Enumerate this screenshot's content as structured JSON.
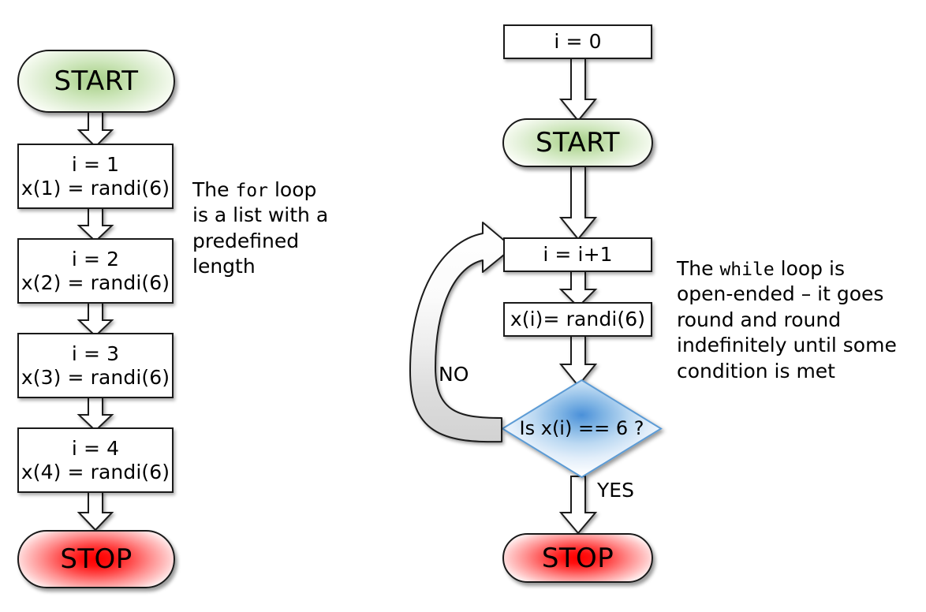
{
  "diagram": {
    "title": "for loop vs while loop flowcharts",
    "colors": {
      "start_fill": "#a9d18e",
      "stop_fill": "#ff0000",
      "decision_fill": "#5b9bd5",
      "box_stroke": "#1a1a1a",
      "loop_arrow_fill": "#d9d9d9",
      "background": "#ffffff"
    }
  },
  "for_flow": {
    "start_label": "START",
    "steps": [
      {
        "line1": "i = 1",
        "line2": "x(1) = randi(6)"
      },
      {
        "line1": "i = 2",
        "line2": "x(2) = randi(6)"
      },
      {
        "line1": "i = 3",
        "line2": "x(3) = randi(6)"
      },
      {
        "line1": "i = 4",
        "line2": "x(4) = randi(6)"
      }
    ],
    "stop_label": "STOP",
    "note": {
      "part1": "The ",
      "keyword": "for",
      "part2": " loop\nis a list with a\npredefined\nlength"
    }
  },
  "while_flow": {
    "init_label": "i = 0",
    "start_label": "START",
    "increment_label": "i = i+1",
    "assign_label": "x(i)= randi(6)",
    "decision_label": "Is x(i) == 6 ?",
    "no_label": "NO",
    "yes_label": "YES",
    "stop_label": "STOP",
    "note": {
      "part1": "The ",
      "keyword": "while",
      "part2": " loop is\nopen-ended – it goes\nround and round\nindefinitely until some\ncondition is met"
    }
  }
}
